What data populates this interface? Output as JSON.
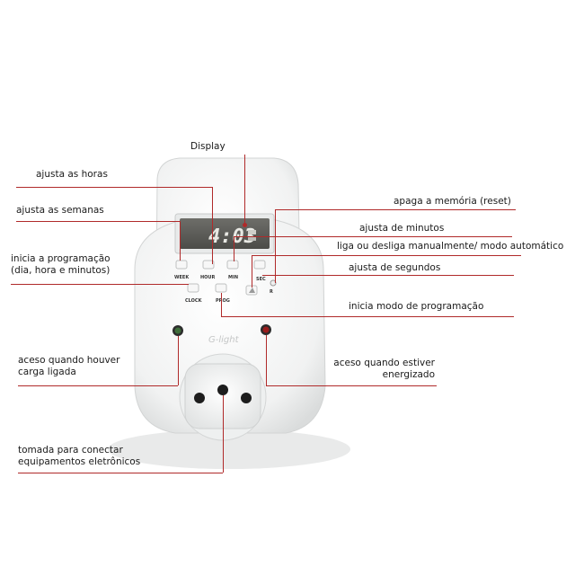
{
  "device": {
    "display_text": "4:03",
    "brand": "G-light",
    "buttons": {
      "week": "WEEK",
      "hour": "HOUR",
      "min": "MIN",
      "sec": "SEC",
      "r": "R",
      "clock": "CLOCK",
      "prog": "PROG"
    }
  },
  "labels": {
    "display": "Display",
    "hours": "ajusta as horas",
    "weeks": "ajusta as semanas",
    "program_start_1": "inicia a programação",
    "program_start_2": "(dia, hora e minutos)",
    "load_led_1": "aceso quando houver",
    "load_led_2": "carga ligada",
    "socket_1": "tomada para conectar",
    "socket_2": "equipamentos eletrônicos",
    "reset": "apaga a memória (reset)",
    "minutes": "ajusta de minutos",
    "manual_auto": "liga ou desliga manualmente/ modo automático",
    "seconds": "ajusta de segundos",
    "prog_mode": "inicia modo de programação",
    "power_led_1": "aceso quando estiver",
    "power_led_2": "energizado"
  },
  "colors": {
    "accent": "#b02a2a",
    "device": "#f2f3f3",
    "lcd": "#5c5c58"
  }
}
